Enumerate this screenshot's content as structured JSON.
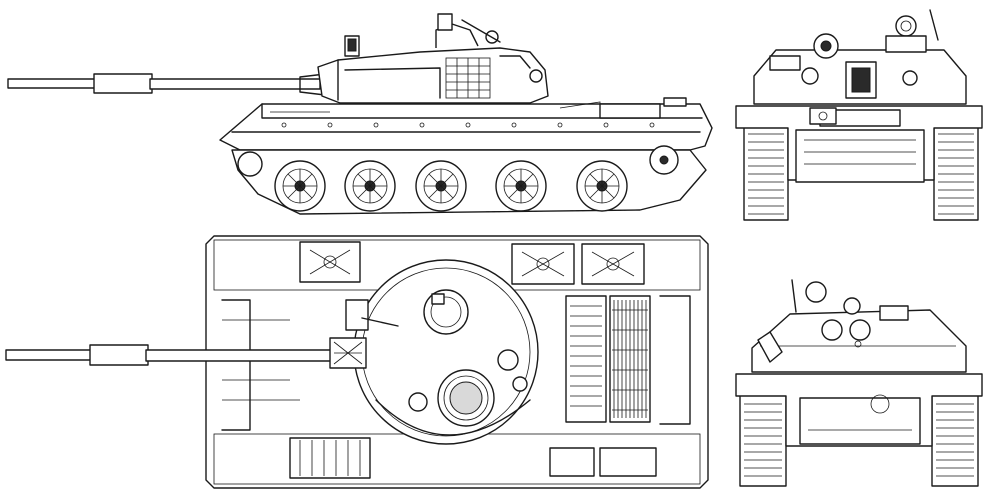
{
  "drawing": {
    "views": [
      {
        "id": "side",
        "name": "side-view"
      },
      {
        "id": "top",
        "name": "top-view"
      },
      {
        "id": "front",
        "name": "front-view"
      },
      {
        "id": "rear",
        "name": "rear-view"
      }
    ],
    "road_wheels_per_side": 5,
    "line_color": "#1a1a1a",
    "paper_color": "#ffffff"
  }
}
